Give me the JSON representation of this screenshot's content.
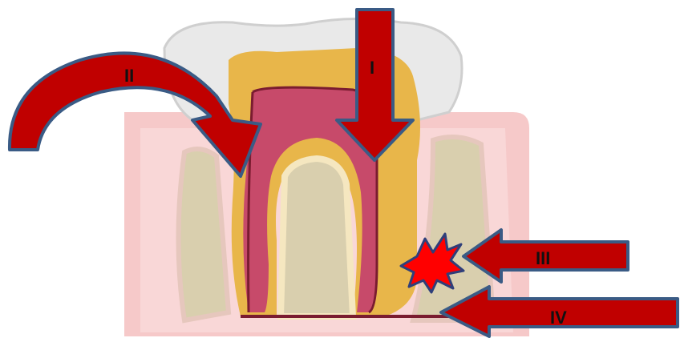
{
  "diagram": {
    "labels": {
      "arrow_1": "I",
      "arrow_2": "II",
      "arrow_3": "III",
      "arrow_4": "IV"
    },
    "icons": {
      "tooth": "tooth-cross-section-icon",
      "lesion": "starburst-lesion-icon"
    },
    "colors": {
      "arrow_fill": "#c00000",
      "arrow_outline": "#3a5b85",
      "gingiva": "#f6c9c9",
      "enamel": "#e9e9e9",
      "dentin": "#e8b64a",
      "pulp": "#c74a6a",
      "bone": "#d9cfae",
      "lesion": "#ff0000"
    }
  }
}
